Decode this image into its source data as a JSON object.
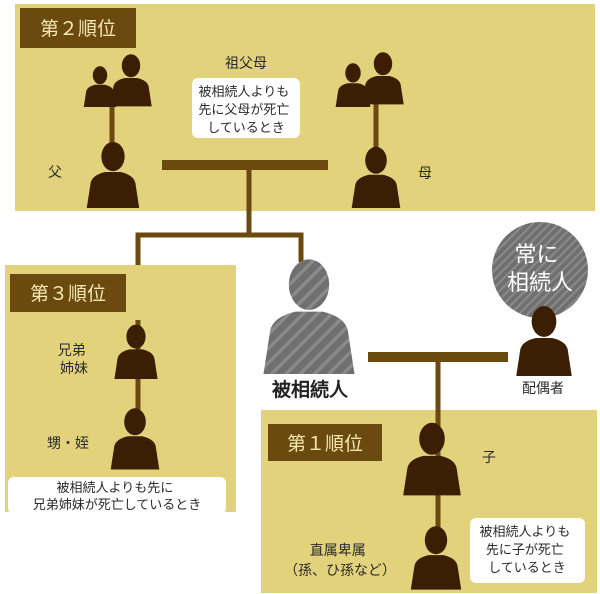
{
  "colors": {
    "box": "#e2d27c",
    "badge": "#6b4a10",
    "line": "#6b4a10",
    "person": "#3b1e04",
    "hatch": "#777777"
  },
  "second": {
    "badge": "第２順位",
    "grandparents": "祖父母",
    "father": "父",
    "mother": "母",
    "note": [
      "被相続人よりも",
      "先に父母が死亡",
      "しているとき"
    ]
  },
  "third": {
    "badge": "第３順位",
    "siblings": [
      "兄弟",
      "姉妹"
    ],
    "nephews": "甥・姪",
    "note": [
      "被相続人よりも先に",
      "兄弟姉妹が死亡しているとき"
    ]
  },
  "center": {
    "deceased": "被相続人",
    "always": [
      "常に",
      "相続人"
    ],
    "spouse": "配偶者"
  },
  "first": {
    "badge": "第１順位",
    "child": "子",
    "descendants": [
      "直属卑属",
      "（孫、ひ孫など）"
    ],
    "note": [
      "被相続人よりも",
      "先に子が死亡",
      "しているとき"
    ]
  }
}
